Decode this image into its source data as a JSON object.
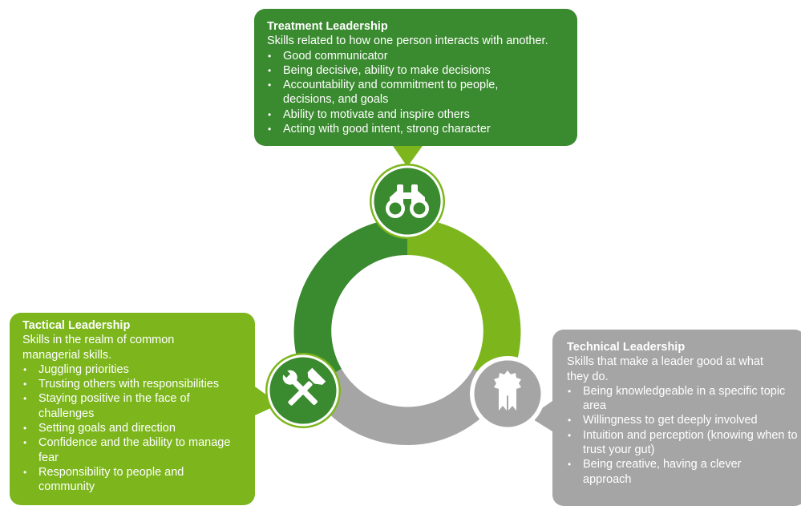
{
  "colors": {
    "dark_green": "#3a8a2f",
    "light_green": "#7cb61c",
    "gray": "#a5a5a5",
    "white": "#ffffff"
  },
  "icons": {
    "treatment": "binoculars-icon",
    "tactical": "hammer-wrench-icon",
    "technical": "award-ribbon-icon"
  },
  "treatment": {
    "title": "Treatment Leadership",
    "description": "Skills related to how one person interacts with another.",
    "items": [
      "Good communicator",
      "Being decisive, ability to make decisions",
      "Accountability and commitment to people, decisions, and goals",
      "Ability to motivate and inspire others",
      "Acting with good intent, strong character"
    ]
  },
  "tactical": {
    "title": "Tactical Leadership",
    "description": "Skills in the realm of common managerial skills.",
    "items": [
      "Juggling priorities",
      "Trusting others with responsibilities",
      "Staying positive in the face of challenges",
      "Setting goals and direction",
      "Confidence and the ability to manage fear",
      "Responsibility to people and community"
    ]
  },
  "technical": {
    "title": "Technical Leadership",
    "description": "Skills that make a leader good at what they do.",
    "items": [
      "Being knowledgeable in a specific topic area",
      "Willingness to get deeply involved",
      "Intuition and perception (knowing when to trust your gut)",
      "Being creative, having a clever approach"
    ]
  }
}
